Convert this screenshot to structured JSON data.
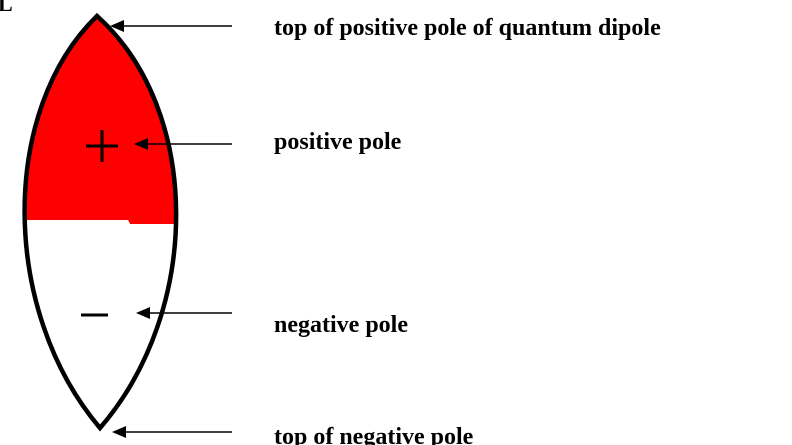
{
  "corner_mark": "L",
  "colors": {
    "positive_fill": "#ff0000",
    "negative_fill": "#ffffff",
    "outline": "#000000"
  },
  "signs": {
    "positive": "+",
    "negative": "−"
  },
  "labels": {
    "top_positive": "top of positive pole of quantum dipole",
    "positive_pole": "positive pole",
    "negative_pole": "negative pole",
    "top_negative": "top of negative pole"
  }
}
